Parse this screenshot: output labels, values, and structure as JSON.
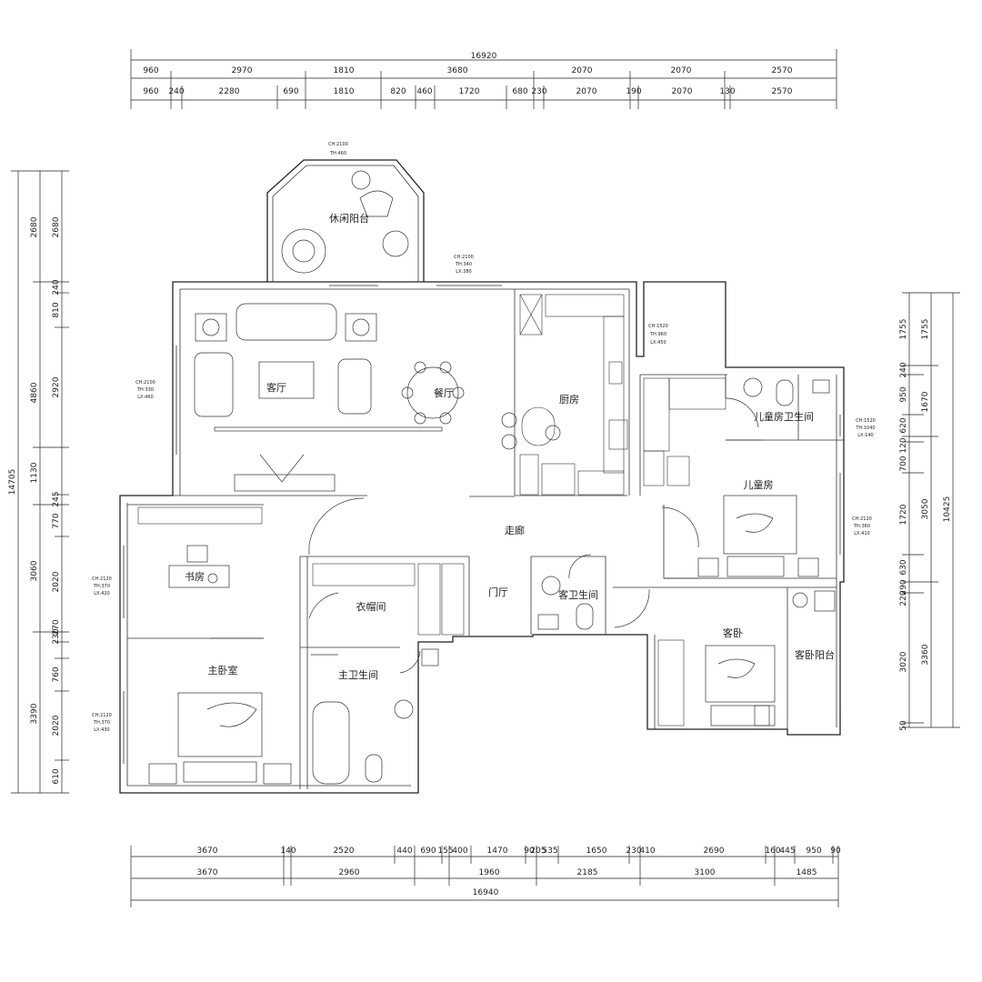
{
  "top_dims": {
    "total": "16920",
    "row1": [
      "960",
      "2970",
      "1810",
      "3680",
      "2070",
      "2070",
      "2570"
    ],
    "row2": [
      "960",
      "240",
      "2280",
      "690",
      "1810",
      "820",
      "460",
      "1720",
      "680",
      "230",
      "2070",
      "190",
      "2070",
      "130",
      "2570"
    ]
  },
  "bottom_dims": {
    "row1": [
      "3670",
      "140",
      "2520",
      "440",
      "690",
      "155",
      "400",
      "1470",
      "90",
      "205",
      "535",
      "1650",
      "230",
      "410",
      "2690",
      "160",
      "445",
      "950",
      "90"
    ],
    "row2": [
      "3670",
      "2960",
      "1960",
      "2185",
      "3100",
      "1485"
    ],
    "total": "16940"
  },
  "left_dims": {
    "total": "14705",
    "row1": [
      "2680",
      "4860",
      "1130",
      "3060",
      "3390"
    ],
    "row2": [
      "2680",
      "240",
      "810",
      "2920",
      "245",
      "770",
      "2020",
      "230",
      "270",
      "760",
      "2020",
      "610"
    ]
  },
  "right_dims": {
    "total": "10425",
    "row1": [
      "1755",
      "1670",
      "3050",
      "3360"
    ],
    "row2": [
      "1755",
      "240",
      "950",
      "620",
      "120",
      "700",
      "1720",
      "630",
      "290",
      "220",
      "3020",
      "50"
    ]
  },
  "rooms": {
    "leisure_balcony": "休闲阳台",
    "living": "客厅",
    "dining": "餐厅",
    "kitchen": "厨房",
    "kids_bath": "儿童房卫生间",
    "kids_room": "儿童房",
    "corridor": "走廊",
    "study": "书房",
    "cloakroom": "衣帽间",
    "foyer": "门厅",
    "guest_bath": "客卫生间",
    "master_bed": "主卧室",
    "master_bath": "主卫生间",
    "guest_bed": "客卧",
    "guest_balcony": "客卧阳台"
  },
  "window_notes": {
    "balcony": [
      "CH:2100",
      "TH:460"
    ],
    "kitchen": [
      "CH:2100",
      "TH:340",
      "LX:380"
    ],
    "side_top": [
      "CH:1520",
      "TH:960",
      "LX:450"
    ],
    "living_left": [
      "CH:2100",
      "TH:330",
      "LX:460"
    ],
    "kids_bath": [
      "CH:1520",
      "TH:1040",
      "LX:140"
    ],
    "kids_room": [
      "CH:2120",
      "TH:360",
      "LX:410"
    ],
    "study": [
      "CH:2120",
      "TH:370",
      "LX:420"
    ],
    "master": [
      "CH:2120",
      "TH:370",
      "LX:430"
    ]
  }
}
